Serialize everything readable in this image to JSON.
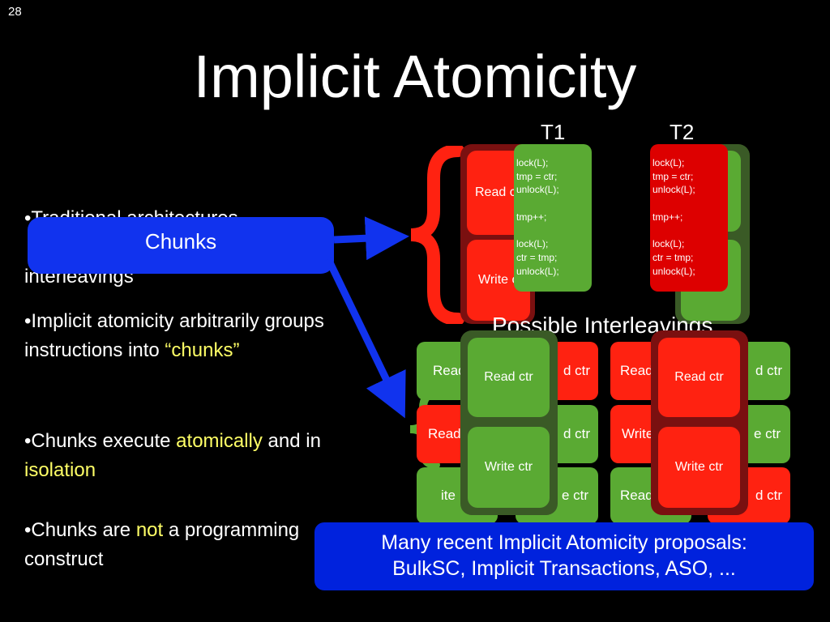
{
  "slide": {
    "number": "28",
    "title": "Implicit Atomicity"
  },
  "threads": {
    "t1": "T1",
    "t2": "T2"
  },
  "code": {
    "t1": "lock(L);\ntmp = ctr;\nunlock(L);\n\ntmp++;\n\nlock(L);\nctr = tmp;\nunlock(L);",
    "t2": "lock(L);\ntmp = ctr;\nunlock(L);\n\ntmp++;\n\nlock(L);\nctr = tmp;\nunlock(L);"
  },
  "chunk_blocks": {
    "read": "Read ctr",
    "write": "Write ctr",
    "read_partial": "Read",
    "write_partial": "Write"
  },
  "bullets": {
    "b1": "•Traditional architectures",
    "b1_end": "interleavings",
    "b2_pre": "•Implicit atomicity arbitrarily groups instructions into ",
    "b2_hl": "“chunks”",
    "b3_pre": "•Chunks execute ",
    "b3_hl1": "atomically",
    "b3_mid": " and in ",
    "b3_hl2": "isolation",
    "b4_pre": "•Chunks are ",
    "b4_hl": "not",
    "b4_post": " a programming construct"
  },
  "chunks_label": "Chunks",
  "possible_label": "Possible Interleavings",
  "grid": {
    "read_frag": "Read",
    "write_frag": "Write",
    "readctr_frag": "d ctr",
    "writectr_frag": "e ctr",
    "write_tail": "ite"
  },
  "proposals": {
    "line1": "Many recent Implicit Atomicity proposals:",
    "line2": "BulkSC, Implicit Transactions,  ASO, ..."
  },
  "colors": {
    "red": "#ff2211",
    "green": "#5aaa33",
    "blue": "#1133ee",
    "highlight": "#ffff66"
  }
}
